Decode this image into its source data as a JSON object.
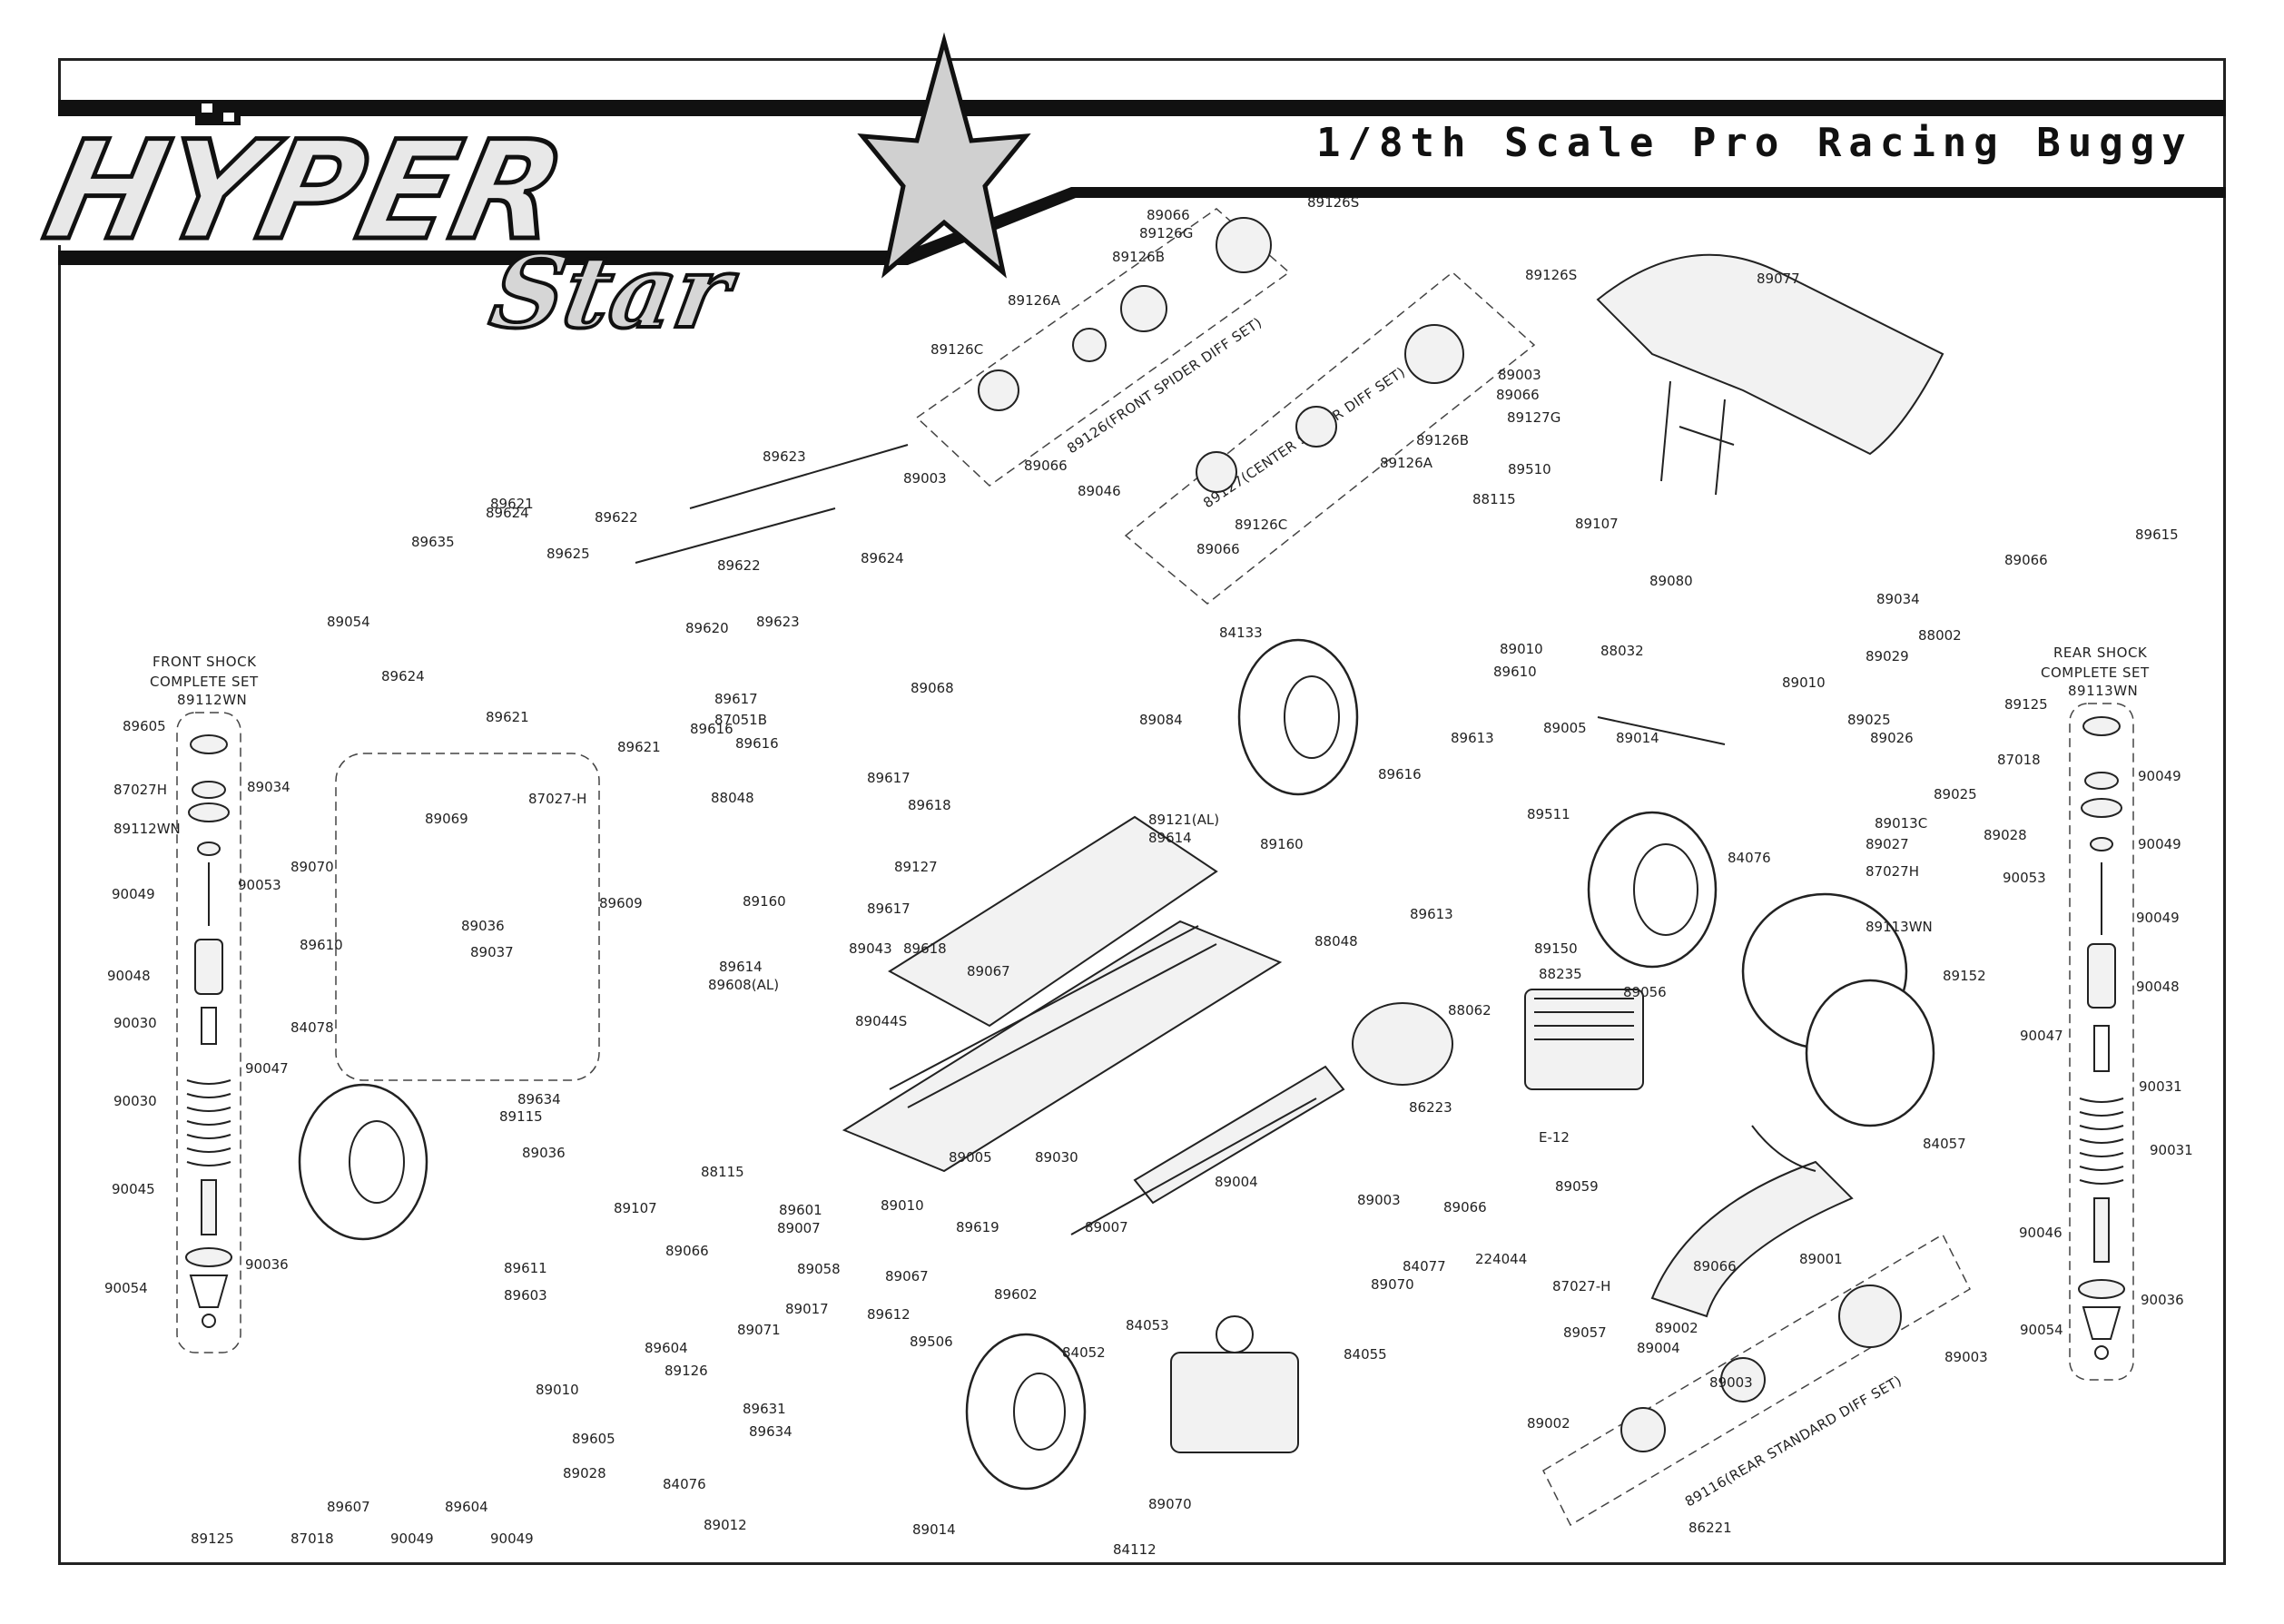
{
  "header": {
    "logo_main": "HYPER",
    "logo_sub": "Star",
    "title": "1/8th Scale Pro Racing Buggy"
  },
  "front_shock": {
    "title_line1": "FRONT SHOCK",
    "title_line2": "COMPLETE SET",
    "set_number": "89112WN"
  },
  "rear_shock": {
    "title_line1": "REAR SHOCK",
    "title_line2": "COMPLETE SET",
    "set_number": "89113WN"
  },
  "group_labels": {
    "front_diff": "89126(FRONT SPIDER DIFF SET)",
    "center_diff": "89127(CENTER SPIDER DIFF SET)",
    "rear_diff": "89116(REAR STANDARD DIFF SET)"
  },
  "callouts": [
    "89126S",
    "89066",
    "89126G",
    "89126B",
    "89126A",
    "89126C",
    "89003",
    "89066",
    "89126S",
    "89126A",
    "89127G",
    "89003",
    "89066",
    "89126B",
    "89126C",
    "89046",
    "89066",
    "89077",
    "89623",
    "89624",
    "89622",
    "89625",
    "89635",
    "89624",
    "89621",
    "89622",
    "89054",
    "89624",
    "89620",
    "89623",
    "89621",
    "89621",
    "89617",
    "87051B",
    "89616",
    "89616",
    "89068",
    "84133",
    "89084",
    "89617",
    "89618",
    "89127",
    "88048",
    "89160",
    "89617",
    "89043",
    "89618",
    "89614",
    "89608(AL)",
    "89044S",
    "89067",
    "89121(AL)",
    "89614",
    "89160",
    "88048",
    "89616",
    "89613",
    "89613",
    "89510",
    "88115",
    "89107",
    "89080",
    "89010",
    "88032",
    "89610",
    "89010",
    "89025",
    "89026",
    "89025",
    "89027",
    "89013C",
    "89028",
    "87027H",
    "84076",
    "89511",
    "89014",
    "89005",
    "89066",
    "89034",
    "88002",
    "89029",
    "89615",
    "89113WN",
    "89152",
    "89150",
    "88235",
    "88062",
    "89056",
    "86223",
    "E-12",
    "84057",
    "89059",
    "87027-H",
    "89057",
    "86221",
    "89003",
    "89066",
    "89001",
    "89002",
    "89004",
    "89003",
    "89002",
    "89004",
    "89003",
    "89066",
    "89070",
    "84077",
    "224044",
    "84055",
    "84053",
    "84052",
    "89070",
    "84112",
    "89070",
    "89069",
    "87027-H",
    "89036",
    "89609",
    "89610",
    "89037",
    "84078",
    "89634",
    "89115",
    "89036",
    "88115",
    "89107",
    "89601",
    "89066",
    "89007",
    "89010",
    "89005",
    "89030",
    "89007",
    "89619",
    "89058",
    "89067",
    "89602",
    "89611",
    "89603",
    "89604",
    "89126",
    "89010",
    "89071",
    "89017",
    "89612",
    "89506",
    "89631",
    "89634",
    "89605",
    "89028",
    "84076",
    "89012",
    "89014",
    "89607",
    "89604",
    "89605",
    "87027H",
    "89034",
    "89112WN",
    "90053",
    "90049",
    "90048",
    "90030",
    "90047",
    "90030",
    "90045",
    "90036",
    "90054",
    "89125",
    "87018",
    "90049",
    "90049",
    "90053",
    "90049",
    "90048",
    "90047",
    "90031",
    "90031",
    "90046",
    "90036",
    "90054",
    "89125",
    "87018",
    "90049",
    "90049"
  ]
}
